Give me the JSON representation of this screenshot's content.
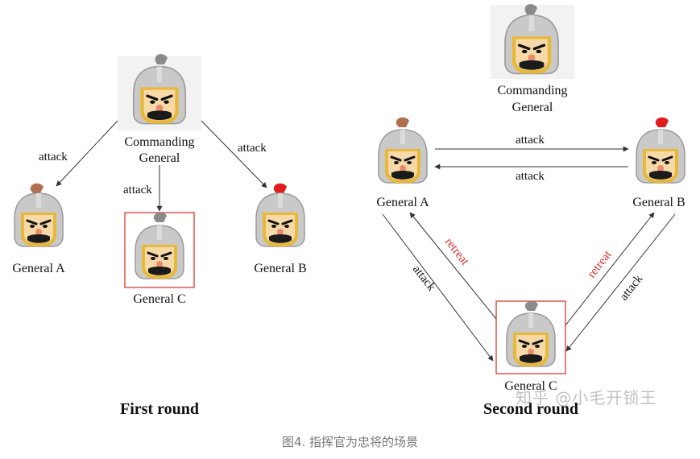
{
  "colors": {
    "highlight": "#e0534f",
    "arrow": "#333333",
    "retreat_text": "#d9302e",
    "plume_brown": "#b0704f",
    "plume_red": "#e21b1b",
    "plume_grey": "#8a8a8a"
  },
  "first_round": {
    "title": "First round",
    "commanding_label_1": "Commanding",
    "commanding_label_2": "General",
    "general_a": "General A",
    "general_b": "General B",
    "general_c": "General C",
    "edge_to_a": "attack",
    "edge_to_c": "attack",
    "edge_to_b": "attack"
  },
  "second_round": {
    "title": "Second round",
    "commanding_label_1": "Commanding",
    "commanding_label_2": "General",
    "general_a": "General A",
    "general_b": "General B",
    "general_c": "General C",
    "a_to_b": "attack",
    "b_to_a": "attack",
    "a_to_c": "attack",
    "c_to_a": "retreat",
    "c_to_b": "retreat",
    "b_to_c": "attack"
  },
  "watermark": "知乎 @小毛开锁王",
  "caption": "图4. 指挥官为忠将的场景"
}
